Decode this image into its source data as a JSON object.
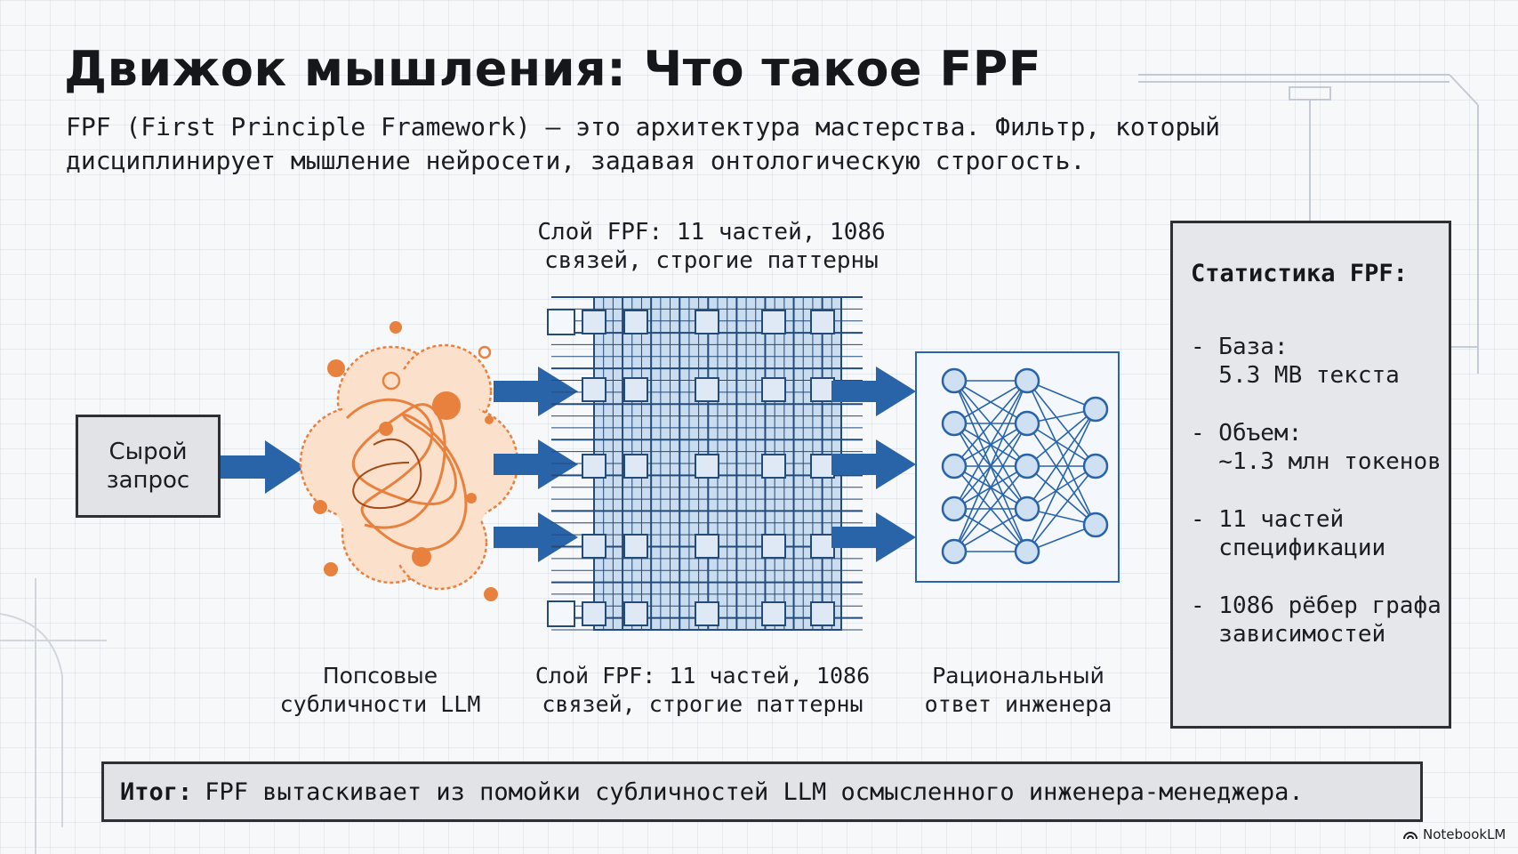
{
  "title": "Движок мышления: Что такое FPF",
  "subtitle": {
    "line1": "FPF (First Principle Framework) — это архитектура мастерства. Фильтр, который",
    "line2": "дисциплинирует мышление нейросети, задавая онтологическую строгость."
  },
  "diagram": {
    "input_box": "Сырой\nзапрос",
    "layer_title": {
      "line1": "Слой FPF: 11 частей, 1086",
      "line2": "связей, строгие паттерны"
    },
    "captions": {
      "pop_line1": "Попсовые",
      "pop_line2": "субличности LLM",
      "fpf_line1": "Слой FPF: 11 частей, 1086",
      "fpf_line2": "связей, строгие паттерны",
      "engineer_line1": "Рациональный",
      "engineer_line2": "ответ инженера"
    },
    "colors": {
      "arrow": "#2a64a8",
      "chaos": "#e8813e",
      "grid_fill": "#c9dcf0",
      "grid_line": "#244a78",
      "network": "#2a64a8"
    }
  },
  "stats": {
    "title": "Статистика FPF:",
    "items": [
      "- База:\n  5.3 MB текста",
      "- Объем:\n  ~1.3 млн токенов",
      "- 11 частей\n  спецификации",
      "- 1086 рёбер графа\n  зависимостей"
    ]
  },
  "summary": {
    "label": "Итог:",
    "text": "FPF вытаскивает из помойки субличностей LLM осмысленного инженера-менеджера."
  },
  "brand": "NotebookLM"
}
